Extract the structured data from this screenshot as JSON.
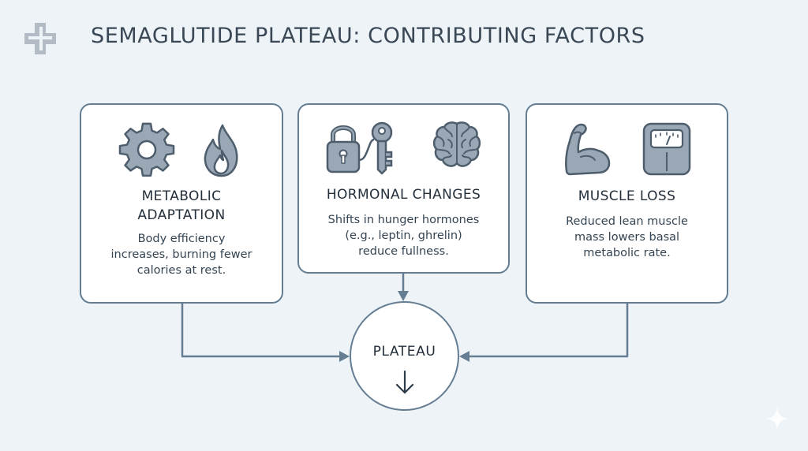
{
  "title": "SEMAGLUTIDE PLATEAU: CONTRIBUTING FACTORS",
  "icons": {
    "logo": "medical-cross-icon",
    "sparkle": "sparkle-icon"
  },
  "colors": {
    "background": "#eef3f7",
    "border": "#647d93",
    "icon_fill": "#9aa7b4",
    "icon_stroke": "#4e5d6c",
    "text": "#2c3b4a"
  },
  "cards": [
    {
      "id": "metabolic",
      "heading_lines": [
        "METABOLIC",
        "ADAPTATION"
      ],
      "text_lines": [
        "Body efficiency",
        "increases, burning fewer",
        "calories at rest."
      ],
      "icons": [
        "gear-icon",
        "flame-icon"
      ]
    },
    {
      "id": "hormonal",
      "heading_lines": [
        "HORMONAL CHANGES"
      ],
      "text_lines": [
        "Shifts in hunger hormones",
        "(e.g., leptin, ghrelin)",
        "reduce fullness."
      ],
      "icons": [
        "lock-icon",
        "key-icon",
        "brain-icon"
      ]
    },
    {
      "id": "muscle",
      "heading_lines": [
        "MUSCLE LOSS"
      ],
      "text_lines": [
        "Reduced lean muscle",
        "mass lowers basal",
        "metabolic rate."
      ],
      "icons": [
        "flexed-arm-icon",
        "weight-scale-icon"
      ]
    }
  ],
  "result": {
    "label": "PLATEAU",
    "icon": "arrow-down-icon"
  }
}
